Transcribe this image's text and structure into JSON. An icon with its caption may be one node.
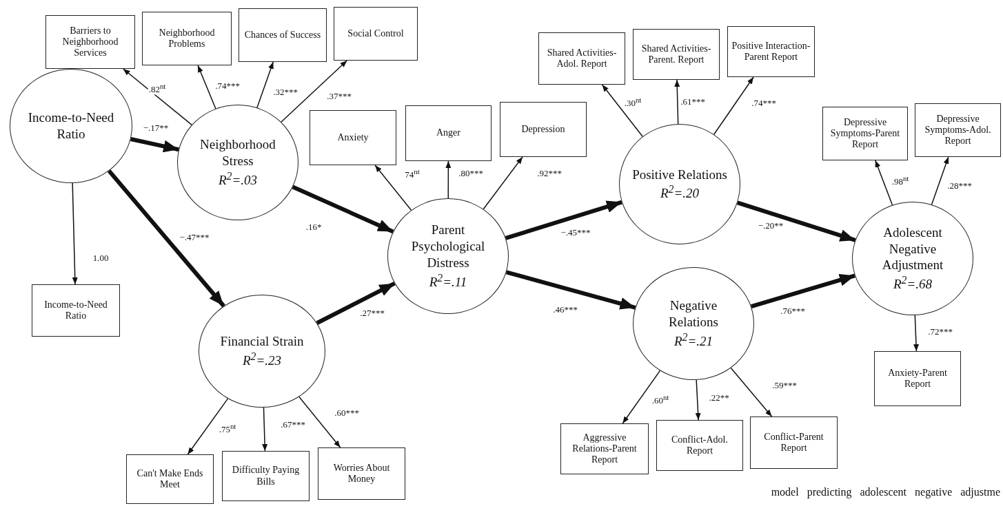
{
  "diagram": {
    "caption": "model predicting adolescent negative adjustme",
    "nodes": [
      {
        "text": [
          "Barriers to Neighborhood Services"
        ]
      },
      {
        "text": [
          "Neighborhood Problems"
        ]
      },
      {
        "text": [
          "Chances of Success"
        ]
      },
      {
        "text": [
          "Social Control"
        ]
      },
      {
        "text": [
          "Shared Activities-Adol. Report"
        ]
      },
      {
        "text": [
          "Shared Activities-Parent. Report"
        ]
      },
      {
        "text": [
          "Positive Interaction-Parent Report"
        ]
      },
      {
        "text": [
          "Income-to-Need Ratio"
        ]
      },
      {
        "text": [
          "Neighborhood Stress",
          "R$^{2}$=.03"
        ]
      },
      {
        "text": [
          "Anxiety"
        ]
      },
      {
        "text": [
          "Anger"
        ]
      },
      {
        "text": [
          "Depression"
        ]
      },
      {
        "text": [
          "Positive Relations",
          "R$^{2}$=.20"
        ]
      },
      {
        "text": [
          "Depressive Symptoms-Parent Report"
        ]
      },
      {
        "text": [
          "Depressive Symptoms-Adol. Report"
        ]
      },
      {
        "text": [
          "Parent Psychological Distress",
          "R$^{2}$=.11"
        ]
      },
      {
        "text": [
          "Adolescent Negative Adjustment",
          "R$^{2}$=.68"
        ]
      },
      {
        "text": [
          "Income-to-Need Ratio"
        ]
      },
      {
        "text": [
          "Financial Strain",
          "R$^{2}$=.23"
        ]
      },
      {
        "text": [
          "Negative Relations",
          "R$^{2}$=.21"
        ]
      },
      {
        "text": [
          "Anxiety-Parent Report"
        ]
      },
      {
        "text": [
          "Can't Make Ends Meet"
        ]
      },
      {
        "text": [
          "Difficulty Paying Bills"
        ]
      },
      {
        "text": [
          "Worries About Money"
        ]
      },
      {
        "text": [
          "Aggressive Relations-Parent Report"
        ]
      },
      {
        "text": [
          "Conflict-Adol. Report"
        ]
      },
      {
        "text": [
          "Conflict-Parent Report"
        ]
      }
    ],
    "edges": [
      {
        "from": 7,
        "to": 8,
        "arrow": "to",
        "label": "−.17**",
        "style": "thick"
      },
      {
        "from": 7,
        "to": 17,
        "arrow": "to",
        "label": "1.00"
      },
      {
        "from": 7,
        "to": 18,
        "arrow": "to",
        "label": "−.47***",
        "style": "thick"
      },
      {
        "from": 8,
        "to": 0,
        "arrow": "to",
        "label": ".82$^{nt}$"
      },
      {
        "from": 8,
        "to": 1,
        "arrow": "to",
        "label": ".74***"
      },
      {
        "from": 8,
        "to": 2,
        "arrow": "to",
        "label": ".32***"
      },
      {
        "from": 8,
        "to": 3,
        "arrow": "to",
        "label": ".37***"
      },
      {
        "from": 8,
        "to": 15,
        "arrow": "to",
        "label": ".16*",
        "style": "thick"
      },
      {
        "from": 18,
        "to": 15,
        "arrow": "to",
        "label": ".27***",
        "style": "thick"
      },
      {
        "from": 18,
        "to": 21,
        "arrow": "to",
        "label": ".75$^{nt}$"
      },
      {
        "from": 18,
        "to": 22,
        "arrow": "to",
        "label": ".67***"
      },
      {
        "from": 18,
        "to": 23,
        "arrow": "to",
        "label": ".60***"
      },
      {
        "from": 15,
        "to": 9,
        "arrow": "to",
        "label": "74$^{nt}$"
      },
      {
        "from": 15,
        "to": 10,
        "arrow": "to",
        "label": ".80***"
      },
      {
        "from": 15,
        "to": 11,
        "arrow": "to",
        "label": ".92***"
      },
      {
        "from": 15,
        "to": 12,
        "arrow": "to",
        "label": "−.45***",
        "style": "thick"
      },
      {
        "from": 15,
        "to": 19,
        "arrow": "to",
        "label": ".46***",
        "style": "thick"
      },
      {
        "from": 12,
        "to": 4,
        "arrow": "to",
        "label": ".30$^{nt}$"
      },
      {
        "from": 12,
        "to": 5,
        "arrow": "to",
        "label": ".61***"
      },
      {
        "from": 12,
        "to": 6,
        "arrow": "to",
        "label": ".74***"
      },
      {
        "from": 12,
        "to": 16,
        "arrow": "to",
        "label": "−.20**",
        "style": "thick"
      },
      {
        "from": 19,
        "to": 16,
        "arrow": "to",
        "label": ".76***",
        "style": "thick"
      },
      {
        "from": 19,
        "to": 24,
        "arrow": "to",
        "label": ".60$^{nt}$"
      },
      {
        "from": 19,
        "to": 25,
        "arrow": "to",
        "label": ".22**"
      },
      {
        "from": 19,
        "to": 26,
        "arrow": "to",
        "label": ".59***"
      },
      {
        "from": 16,
        "to": 13,
        "arrow": "to",
        "label": ".98$^{nt}$"
      },
      {
        "from": 16,
        "to": 14,
        "arrow": "to",
        "label": ".28***"
      },
      {
        "from": 16,
        "to": 20,
        "arrow": "to",
        "label": ".72***"
      }
    ]
  }
}
